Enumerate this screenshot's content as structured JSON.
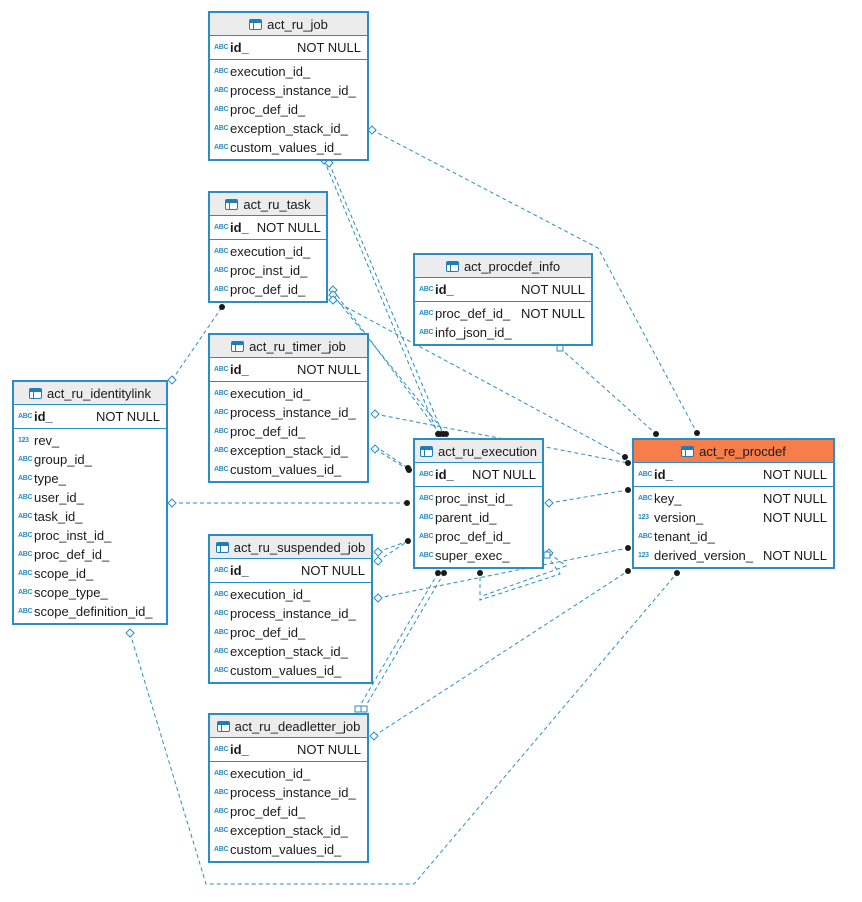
{
  "diagram": {
    "colors": {
      "border": "#2a8ec5",
      "header": "#ececec",
      "highlight": "#f77d4a",
      "link": "#2a8ec5"
    },
    "tables": {
      "act_ru_job": {
        "name": "act_ru_job",
        "pk": [
          {
            "badge": "ABC",
            "name": "id_",
            "flag": "NOT NULL"
          }
        ],
        "cols": [
          {
            "badge": "ABC",
            "name": "execution_id_",
            "flag": ""
          },
          {
            "badge": "ABC",
            "name": "process_instance_id_",
            "flag": ""
          },
          {
            "badge": "ABC",
            "name": "proc_def_id_",
            "flag": ""
          },
          {
            "badge": "ABC",
            "name": "exception_stack_id_",
            "flag": ""
          },
          {
            "badge": "ABC",
            "name": "custom_values_id_",
            "flag": ""
          }
        ]
      },
      "act_ru_task": {
        "name": "act_ru_task",
        "pk": [
          {
            "badge": "ABC",
            "name": "id_",
            "flag": "NOT NULL"
          }
        ],
        "cols": [
          {
            "badge": "ABC",
            "name": "execution_id_",
            "flag": ""
          },
          {
            "badge": "ABC",
            "name": "proc_inst_id_",
            "flag": ""
          },
          {
            "badge": "ABC",
            "name": "proc_def_id_",
            "flag": ""
          }
        ]
      },
      "act_procdef_info": {
        "name": "act_procdef_info",
        "pk": [
          {
            "badge": "ABC",
            "name": "id_",
            "flag": "NOT NULL"
          }
        ],
        "cols": [
          {
            "badge": "ABC",
            "name": "proc_def_id_",
            "flag": "NOT NULL"
          },
          {
            "badge": "ABC",
            "name": "info_json_id_",
            "flag": ""
          }
        ]
      },
      "act_ru_timer_job": {
        "name": "act_ru_timer_job",
        "pk": [
          {
            "badge": "ABC",
            "name": "id_",
            "flag": "NOT NULL"
          }
        ],
        "cols": [
          {
            "badge": "ABC",
            "name": "execution_id_",
            "flag": ""
          },
          {
            "badge": "ABC",
            "name": "process_instance_id_",
            "flag": ""
          },
          {
            "badge": "ABC",
            "name": "proc_def_id_",
            "flag": ""
          },
          {
            "badge": "ABC",
            "name": "exception_stack_id_",
            "flag": ""
          },
          {
            "badge": "ABC",
            "name": "custom_values_id_",
            "flag": ""
          }
        ]
      },
      "act_ru_identitylink": {
        "name": "act_ru_identitylink",
        "pk": [
          {
            "badge": "ABC",
            "name": "id_",
            "flag": "NOT NULL"
          }
        ],
        "cols": [
          {
            "badge": "123",
            "name": "rev_",
            "flag": ""
          },
          {
            "badge": "ABC",
            "name": "group_id_",
            "flag": ""
          },
          {
            "badge": "ABC",
            "name": "type_",
            "flag": ""
          },
          {
            "badge": "ABC",
            "name": "user_id_",
            "flag": ""
          },
          {
            "badge": "ABC",
            "name": "task_id_",
            "flag": ""
          },
          {
            "badge": "ABC",
            "name": "proc_inst_id_",
            "flag": ""
          },
          {
            "badge": "ABC",
            "name": "proc_def_id_",
            "flag": ""
          },
          {
            "badge": "ABC",
            "name": "scope_id_",
            "flag": ""
          },
          {
            "badge": "ABC",
            "name": "scope_type_",
            "flag": ""
          },
          {
            "badge": "ABC",
            "name": "scope_definition_id_",
            "flag": ""
          }
        ]
      },
      "act_ru_execution": {
        "name": "act_ru_execution",
        "pk": [
          {
            "badge": "ABC",
            "name": "id_",
            "flag": "NOT NULL"
          }
        ],
        "cols": [
          {
            "badge": "ABC",
            "name": "proc_inst_id_",
            "flag": ""
          },
          {
            "badge": "ABC",
            "name": "parent_id_",
            "flag": ""
          },
          {
            "badge": "ABC",
            "name": "proc_def_id_",
            "flag": ""
          },
          {
            "badge": "ABC",
            "name": "super_exec_",
            "flag": ""
          }
        ]
      },
      "act_re_procdef": {
        "name": "act_re_procdef",
        "pk": [
          {
            "badge": "ABC",
            "name": "id_",
            "flag": "NOT NULL"
          }
        ],
        "cols": [
          {
            "badge": "ABC",
            "name": "key_",
            "flag": "NOT NULL"
          },
          {
            "badge": "123",
            "name": "version_",
            "flag": "NOT NULL"
          },
          {
            "badge": "ABC",
            "name": "tenant_id_",
            "flag": ""
          },
          {
            "badge": "123",
            "name": "derived_version_",
            "flag": "NOT NULL"
          }
        ]
      },
      "act_ru_suspended_job": {
        "name": "act_ru_suspended_job",
        "pk": [
          {
            "badge": "ABC",
            "name": "id_",
            "flag": "NOT NULL"
          }
        ],
        "cols": [
          {
            "badge": "ABC",
            "name": "execution_id_",
            "flag": ""
          },
          {
            "badge": "ABC",
            "name": "process_instance_id_",
            "flag": ""
          },
          {
            "badge": "ABC",
            "name": "proc_def_id_",
            "flag": ""
          },
          {
            "badge": "ABC",
            "name": "exception_stack_id_",
            "flag": ""
          },
          {
            "badge": "ABC",
            "name": "custom_values_id_",
            "flag": ""
          }
        ]
      },
      "act_ru_deadletter_job": {
        "name": "act_ru_deadletter_job",
        "pk": [
          {
            "badge": "ABC",
            "name": "id_",
            "flag": "NOT NULL"
          }
        ],
        "cols": [
          {
            "badge": "ABC",
            "name": "execution_id_",
            "flag": ""
          },
          {
            "badge": "ABC",
            "name": "process_instance_id_",
            "flag": ""
          },
          {
            "badge": "ABC",
            "name": "proc_def_id_",
            "flag": ""
          },
          {
            "badge": "ABC",
            "name": "exception_stack_id_",
            "flag": ""
          },
          {
            "badge": "ABC",
            "name": "custom_values_id_",
            "flag": ""
          }
        ]
      }
    },
    "relations": [
      {
        "from": "act_ru_job",
        "to": "act_ru_execution"
      },
      {
        "from": "act_ru_job",
        "to": "act_ru_execution"
      },
      {
        "from": "act_ru_job",
        "to": "act_re_procdef"
      },
      {
        "from": "act_ru_task",
        "to": "act_ru_execution"
      },
      {
        "from": "act_ru_task",
        "to": "act_ru_execution"
      },
      {
        "from": "act_ru_task",
        "to": "act_re_procdef"
      },
      {
        "from": "act_ru_identitylink",
        "to": "act_ru_task"
      },
      {
        "from": "act_ru_identitylink",
        "to": "act_ru_execution"
      },
      {
        "from": "act_ru_identitylink",
        "to": "act_re_procdef"
      },
      {
        "from": "act_procdef_info",
        "to": "act_re_procdef"
      },
      {
        "from": "act_ru_timer_job",
        "to": "act_ru_execution"
      },
      {
        "from": "act_ru_timer_job",
        "to": "act_ru_execution"
      },
      {
        "from": "act_ru_timer_job",
        "to": "act_re_procdef"
      },
      {
        "from": "act_ru_execution",
        "to": "act_re_procdef"
      },
      {
        "from": "act_ru_execution",
        "to": "act_ru_execution"
      },
      {
        "from": "act_ru_execution",
        "to": "act_ru_execution"
      },
      {
        "from": "act_ru_suspended_job",
        "to": "act_ru_execution"
      },
      {
        "from": "act_ru_suspended_job",
        "to": "act_ru_execution"
      },
      {
        "from": "act_ru_suspended_job",
        "to": "act_re_procdef"
      },
      {
        "from": "act_ru_deadletter_job",
        "to": "act_ru_execution"
      },
      {
        "from": "act_ru_deadletter_job",
        "to": "act_ru_execution"
      },
      {
        "from": "act_ru_deadletter_job",
        "to": "act_re_procdef"
      }
    ]
  }
}
